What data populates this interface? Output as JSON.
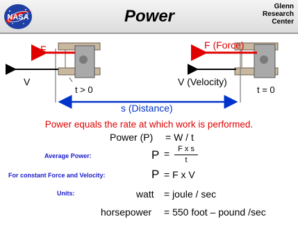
{
  "header": {
    "title": "Power",
    "center_lines": [
      "Glenn",
      "Research",
      "Center"
    ],
    "logo_text": "NASA",
    "logo_icon": "nasa-meatball-logo"
  },
  "diagram": {
    "left": {
      "force_label": "F",
      "velocity_label": "V",
      "time_label": "t > 0"
    },
    "right": {
      "force_label": "F  (Force)",
      "velocity_label": "V (Velocity)",
      "time_label": "t = 0"
    },
    "distance_label": "s (Distance)",
    "aircraft_icon": "wright-flyer-icon"
  },
  "statement": "Power equals the rate at which work is performed.",
  "equations": {
    "power_lhs": "Power (P)",
    "power_eq": "=  W  /  t",
    "average_label": "Average Power:",
    "average_p": "P",
    "average_eq": "=",
    "average_num": "F x s",
    "average_den": "t",
    "constant_label": "For constant Force and Velocity:",
    "constant_p": "P",
    "constant_eq": "=  F x V",
    "units_label": "Units:",
    "watt_lhs": "watt",
    "watt_rhs": "=  joule / sec",
    "hp_lhs": "horsepower",
    "hp_rhs": "=  550  foot – pound /sec"
  },
  "colors": {
    "force": "#e00000",
    "distance": "#0033cc",
    "label_blue": "#1a1acc",
    "statement": "#e00000"
  }
}
